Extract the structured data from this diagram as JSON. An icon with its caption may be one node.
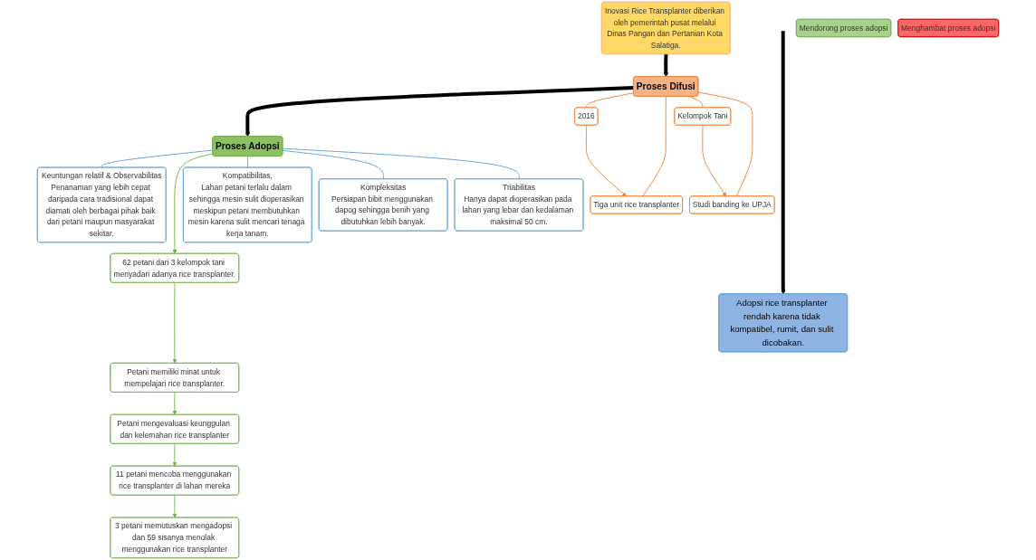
{
  "diagram": {
    "nodes": [
      {
        "text": [
          "Inovasi Rice Transplanter diberikan oleh pemerintah pusat melalui Dinas Pangan dan Pertanian Kota Salatiga."
        ]
      },
      {
        "text": [
          "Proses Difusi"
        ]
      },
      {
        "text": [
          "2016"
        ]
      },
      {
        "text": [
          "Tiga unit rice transplanter"
        ]
      },
      {
        "text": [
          "Kelompok Tani"
        ]
      },
      {
        "text": [
          "Studi banding ke UPJA"
        ]
      },
      {
        "text": [
          "Proses Adopsi"
        ]
      },
      {
        "text": [
          "Mendorong proses adopsi"
        ]
      },
      {
        "text": [
          "Keuntungan relatif & Observabilitas",
          "Penanaman yang lebih cepat daripada cara tradisional dapat diamati oleh berbagai pihak baik dari petani maupun masyarakat sekitar."
        ]
      },
      {
        "text": [
          "62 petani dari 3 kelompok tani menyadari adanya rice transplanter."
        ]
      },
      {
        "text": [
          "Petani memiliki minat untuk mempelajari rice transplanter."
        ]
      },
      {
        "text": [
          "Petani mengevaluasi keunggulan dan kelemahan rice transplanter"
        ]
      },
      {
        "text": [
          "11 petani mencoba menggunakan rice transplanter di lahan mereka"
        ]
      },
      {
        "text": [
          "3 petani memutuskan mengadopsi dan 59 sisanya menolak menggunakan rice transplanter"
        ]
      },
      {
        "text": [
          "Menghambat proses adopsi"
        ]
      },
      {
        "text": [
          "Kompatibilitas,",
          "Lahan petani terlalu dalam sehingga mesin sulit dioperasikan meskipun petani membutuhkan mesin karena sulit mencari tenaga kerja tanam."
        ]
      },
      {
        "text": [
          "Kompleksitas",
          "Persiapan bibit menggunakan dapog sehingga benih yang dibutuhkan lebih banyak."
        ]
      },
      {
        "text": [
          "Triabilitas",
          "Hanya dapat dioperasikan pada lahan yang lebar dan kedalaman maksimal 50 cm."
        ]
      },
      {
        "text": [
          "Adopsi rice transplanter rendah karena tidak kompatibel, rumit, dan sulit dicobakan."
        ]
      }
    ],
    "edges": [
      {
        "from": 0,
        "to": 1,
        "arrow": "to",
        "style": "thick",
        "color": "#000000"
      },
      {
        "from": 1,
        "to": 6,
        "arrow": "to",
        "style": "thick",
        "color": "#000000"
      },
      {
        "from": 1,
        "to": 2,
        "arrow": "none"
      },
      {
        "from": 1,
        "to": 3,
        "arrow": "none"
      },
      {
        "from": 1,
        "to": 4,
        "arrow": "none"
      },
      {
        "from": 1,
        "to": 5,
        "arrow": "none"
      },
      {
        "from": 2,
        "to": 3,
        "arrow": "to"
      },
      {
        "from": 4,
        "to": 5,
        "arrow": "to"
      },
      {
        "from": 6,
        "to": 8,
        "arrow": "none",
        "color": "#5b9bd5"
      },
      {
        "from": 6,
        "to": 9,
        "arrow": "to",
        "color": "#70ad47"
      },
      {
        "from": 9,
        "to": 10,
        "arrow": "to",
        "color": "#70ad47"
      },
      {
        "from": 10,
        "to": 11,
        "arrow": "to",
        "color": "#70ad47"
      },
      {
        "from": 11,
        "to": 12,
        "arrow": "to",
        "color": "#70ad47"
      },
      {
        "from": 12,
        "to": 13,
        "arrow": "to",
        "color": "#70ad47"
      },
      {
        "from": 6,
        "to": 15,
        "arrow": "none",
        "color": "#5b9bd5"
      },
      {
        "from": 6,
        "to": 16,
        "arrow": "none",
        "color": "#5b9bd5"
      },
      {
        "from": 6,
        "to": 17,
        "arrow": "none",
        "color": "#5b9bd5"
      },
      {
        "from": null,
        "to": 18,
        "arrow": "to",
        "style": "thick",
        "color": "#000000"
      }
    ]
  }
}
